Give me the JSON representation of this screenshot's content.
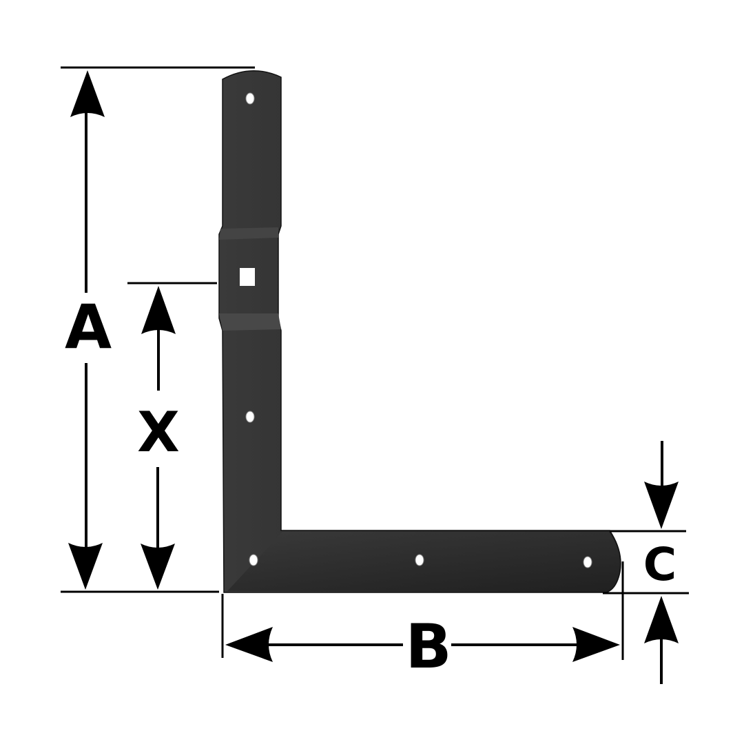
{
  "diagram": {
    "labels": {
      "a": "A",
      "x": "X",
      "b": "B",
      "c": "C"
    },
    "colors": {
      "hinge": "#2b2b2b",
      "hinge_edge": "#111111",
      "lines": "#000000",
      "background": "#ffffff"
    }
  }
}
